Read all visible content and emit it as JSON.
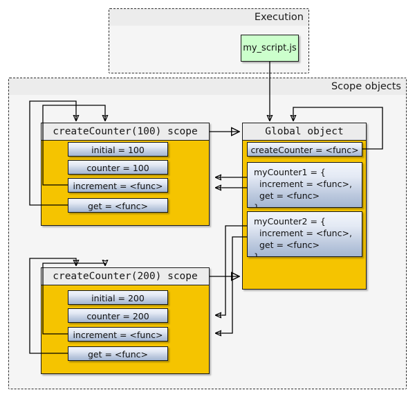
{
  "diagram": {
    "title_execution": "Execution",
    "title_scopes": "Scope objects",
    "script_box": "my_script.js",
    "colors": {
      "scope_fill": "#f5c400",
      "header_fill": "#ececec",
      "slot_fill": "#bcc9de",
      "script_fill": "#ccffcc",
      "frame_fill": "#f5f5f5",
      "stroke": "#1a1a1a"
    }
  },
  "scope100": {
    "header": "createCounter(100) scope",
    "slots": [
      "initial = 100",
      "counter = 100",
      "increment = <func>",
      "get = <func>"
    ]
  },
  "scope200": {
    "header": "createCounter(200) scope",
    "slots": [
      "initial = 200",
      "counter = 200",
      "increment = <func>",
      "get = <func>"
    ]
  },
  "global": {
    "header": "Global object",
    "slots": [
      "createCounter = <func>",
      "myCounter1 = {\n  increment = <func>,\n  get = <func>\n}",
      "myCounter2 = {\n  increment = <func>,\n  get = <func>\n}"
    ]
  }
}
